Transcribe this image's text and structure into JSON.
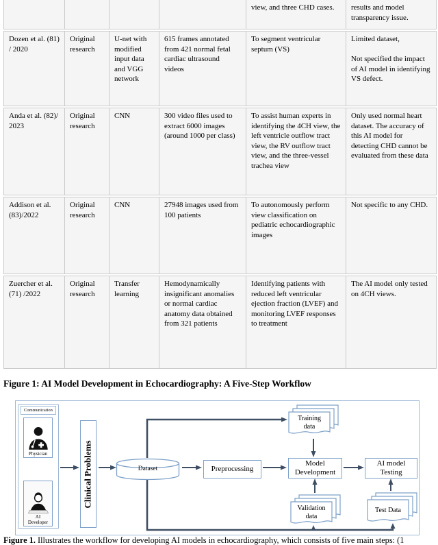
{
  "table": {
    "rows": [
      {
        "author": "",
        "type": "",
        "method": "",
        "data": "",
        "purpose": "view, and three CHD cases.",
        "limitations": "results and model transparency issue."
      },
      {
        "author": "Dozen et al. (81) / 2020",
        "type": "Original research",
        "method": "U-net with modified input data and VGG network",
        "data": "615 frames annotated from 421 normal fetal cardiac ultrasound videos",
        "purpose": "To segment ventricular septum (VS)",
        "limitations": "Limited dataset,\n\nNot specified the impact of AI model in identifying VS defect."
      },
      {
        "author": "Anda et al. (82)/ 2023",
        "type": "Original research",
        "method": "CNN",
        "data": "300 video files used to extract 6000 images (around 1000 per class)",
        "purpose": "To assist human experts in identifying the 4CH view, the left ventricle outflow tract view, the RV outflow tract view, and the three-vessel trachea view",
        "limitations": "Only used normal heart dataset. The accuracy of this AI model for detecting CHD cannot be evaluated from these data"
      },
      {
        "author": "Addison  et al. (83)/2022",
        "type": "Original research",
        "method": "CNN",
        "data": "27948 images used from 100 patients",
        "purpose": "To autonomously perform view classification on pediatric echocardiographic images",
        "limitations": "Not specific to any CHD."
      },
      {
        "author": "Zuercher et al. (71) /2022",
        "type": "Original research",
        "method": "Transfer learning",
        "data": "Hemodynamically insignificant anomalies or normal cardiac anatomy data obtained from 321 patients",
        "purpose": "Identifying patients with reduced left ventricular ejection fraction (LVEF) and monitoring LVEF responses to treatment",
        "limitations": "The AI model only tested on 4CH views."
      }
    ]
  },
  "figure_heading": "Figure 1: AI Model Development in Echocardiography: A Five-Step Workflow",
  "diagram": {
    "communication": "Communication",
    "physician": "Physician",
    "ai_developer": "AI Developer",
    "clinical_problems": "Clinical Problems",
    "dataset": "Dataset",
    "preprocessing": "Preprocessing",
    "model_development": "Model Development",
    "ai_model_testing": "AI model Testing",
    "training_data": "Training data",
    "validation_data": "Validation data",
    "test_data": "Test Data"
  },
  "caption": {
    "prefix": "Figure 1.",
    "text": " Illustrates the workflow for developing AI models in echocardiography, which consists of five main steps: (1"
  },
  "colors": {
    "cell_bg": "#f5f5f5",
    "cell_border": "#c9c9c9",
    "diagram_border": "#9db8d6",
    "box_border": "#7da0c8",
    "arrow": "#3f4f63"
  }
}
